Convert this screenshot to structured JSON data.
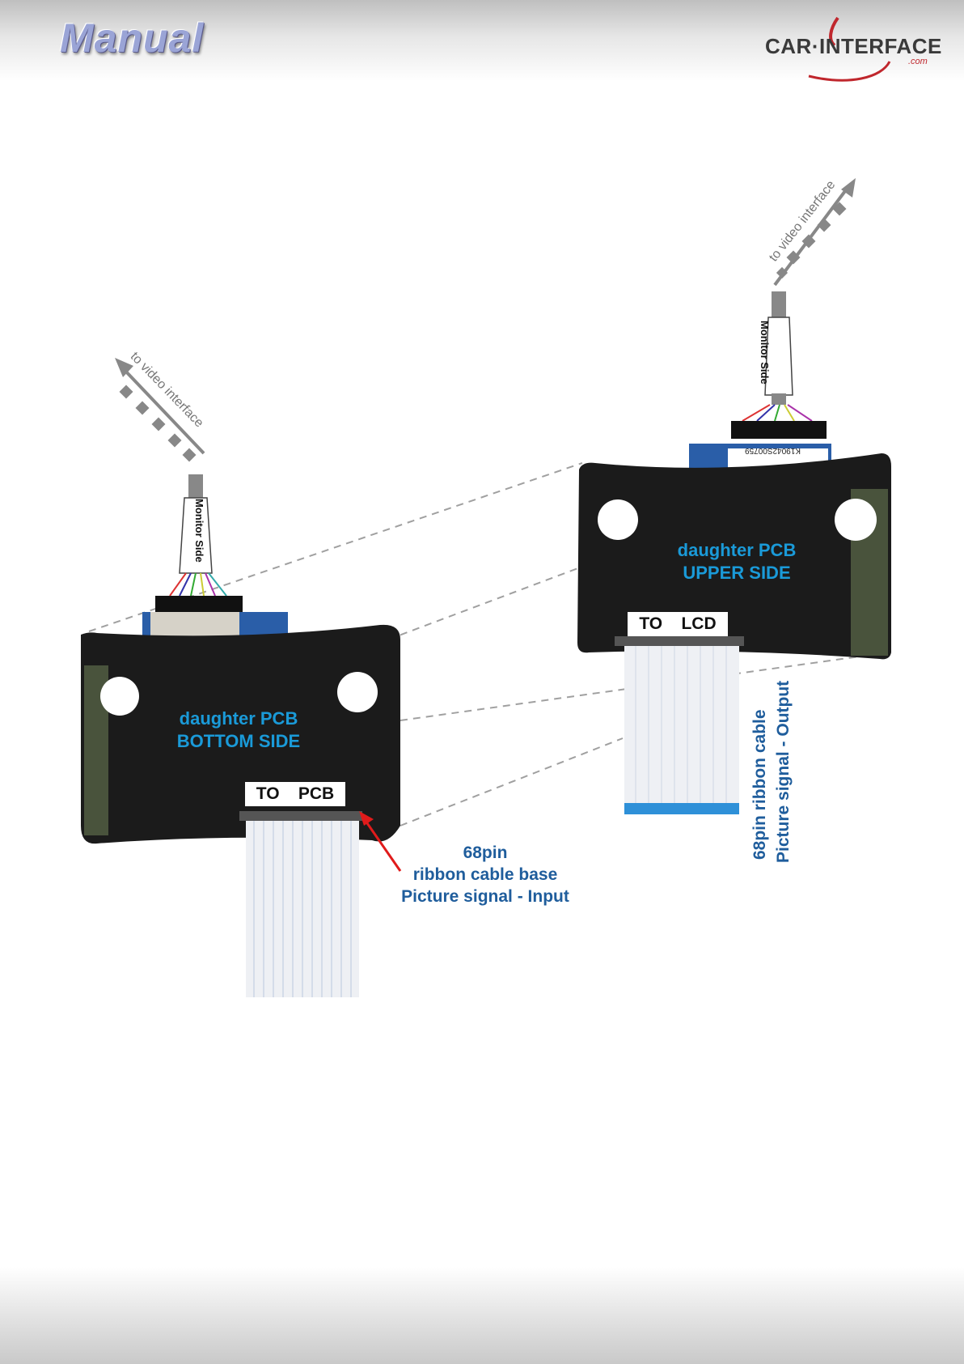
{
  "header": {
    "title": "Manual",
    "logo_text": "CAR·INTERFACE",
    "logo_suffix": ".com"
  },
  "left_board": {
    "arrow_label": "to video interface",
    "cable_tag": "Monitor Side",
    "name_line1": "daughter PCB",
    "name_line2": "BOTTOM SIDE",
    "connector_tag": "TO    PCB"
  },
  "right_board": {
    "arrow_label": "to video interface",
    "cable_tag": "Monitor Side",
    "name_line1": "daughter PCB",
    "name_line2": "UPPER SIDE",
    "connector_tag": "TO    LCD",
    "barcode_text": "K19042S00759"
  },
  "annotations": {
    "input_line1": "68pin",
    "input_line2": "ribbon cable base",
    "input_line3": "Picture signal - Input",
    "output_line1": "68pin ribbon cable",
    "output_line2": "Picture signal - Output"
  },
  "colors": {
    "accent_blue": "#1a9ad8",
    "label_blue": "#1f5d9c",
    "arrow_red": "#e01b1b"
  }
}
